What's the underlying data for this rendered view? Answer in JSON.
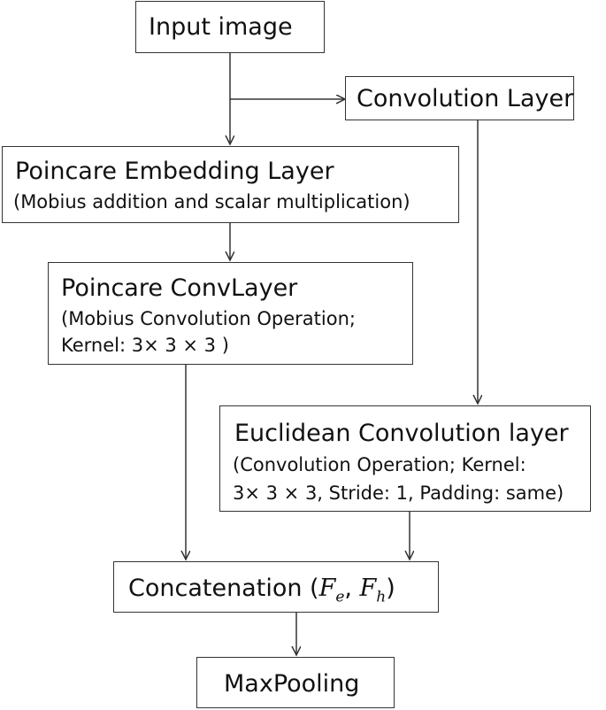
{
  "nodes": {
    "input": {
      "label": "Input image"
    },
    "conv": {
      "label": "Convolution Layer"
    },
    "poincare_embedding": {
      "label": "Poincare Embedding Layer",
      "detail": "(Mobius addition and scalar multiplication)"
    },
    "poincare_conv": {
      "label": "Poincare ConvLayer",
      "detail_line1": "(Mobius Convolution Operation;",
      "detail_line2": "Kernel: 3× 3 × 3 )"
    },
    "euclidean_conv": {
      "label": "Euclidean Convolution layer",
      "detail_line1": "(Convolution Operation; Kernel:",
      "detail_line2": "3× 3 × 3, Stride: 1, Padding: same)"
    },
    "concat": {
      "label": "Concatenation (",
      "fe_base": "F",
      "fe_sub": "e",
      "sep": ", ",
      "fh_base": "F",
      "fh_sub": "h",
      "close": ")"
    },
    "maxpool": {
      "label": "MaxPooling"
    }
  },
  "colors": {
    "stroke": "#333333",
    "text": "#111111"
  }
}
